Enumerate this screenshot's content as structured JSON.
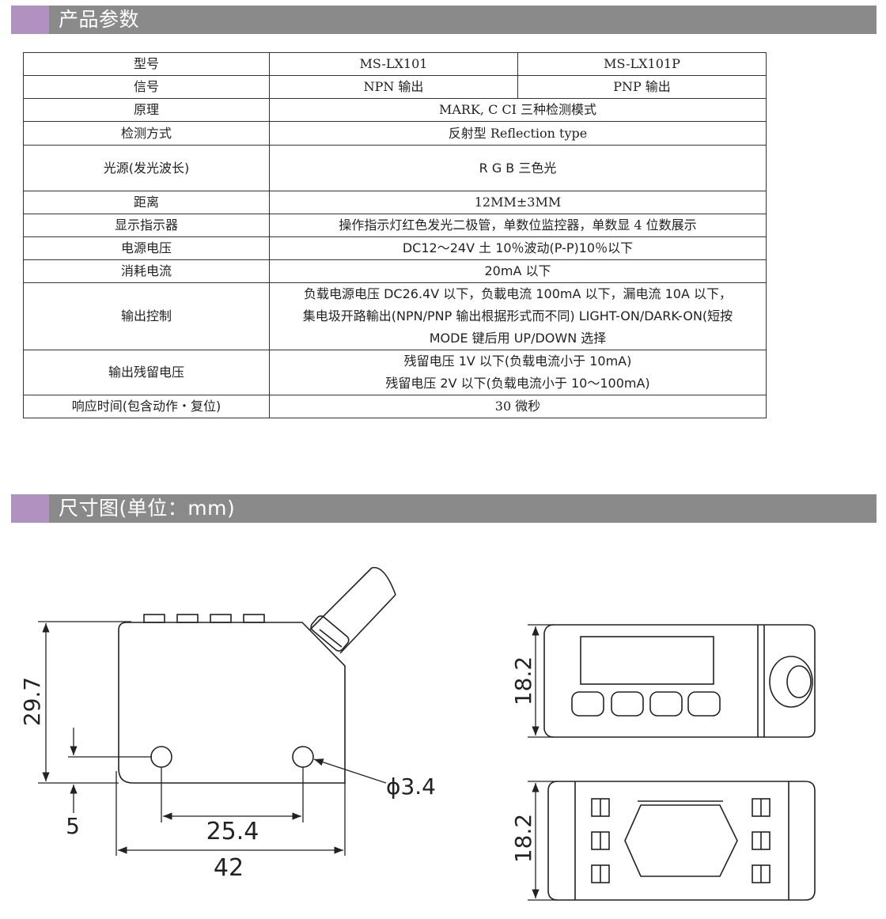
{
  "sections": {
    "params_title": "产品参数",
    "dims_title": "尺寸图(单位：mm)"
  },
  "table": {
    "rows": [
      {
        "label": "型号",
        "values": [
          "MS-LX101",
          "MS-LX101P"
        ]
      },
      {
        "label": "信号",
        "values": [
          "NPN  输出",
          "PNP  输出"
        ]
      },
      {
        "label": "原理",
        "value": "MARK, C CI 三种检测模式"
      },
      {
        "label": "检测方式",
        "value": "反射型 Reflection type"
      },
      {
        "label": "光源(发光波长)",
        "value": "R G B 三色光"
      },
      {
        "label": "距离",
        "value": "12MM±3MM"
      },
      {
        "label": "显示指示器",
        "value": "操作指示灯红色发光二极管，单数位监控器，单数显 4 位数展示"
      },
      {
        "label": "电源电压",
        "value": "DC12～24V 土 10％波动(P-P)10％以下"
      },
      {
        "label": "消耗电流",
        "value": "20mA 以下"
      },
      {
        "label": "输出控制",
        "lines": [
          "负载电源电压 DC26.4V 以下，负載电流 100mA 以下，漏电流 10A 以下，",
          "集电圾开路輸出(NPN/PNP 输出根据形式而不同) LIGHT-ON/DARK-ON(短按",
          "MODE 键后用 UP/DOWN 选择"
        ]
      },
      {
        "label": "输出残留电压",
        "lines": [
          "残留电压 1V 以下(负载电流小于 10mA)",
          "残留电压 2V 以下(负载电流小于 10～100mA)"
        ]
      },
      {
        "label": "响应时间(包含动作・复位)",
        "value": "30 微秒"
      }
    ]
  },
  "dimensions": {
    "height": "29.7",
    "offset": "5",
    "hole_spacing": "25.4",
    "width": "42",
    "hole_diameter": "ϕ3.4",
    "front_height": "18.2",
    "bottom_height": "18.2"
  }
}
